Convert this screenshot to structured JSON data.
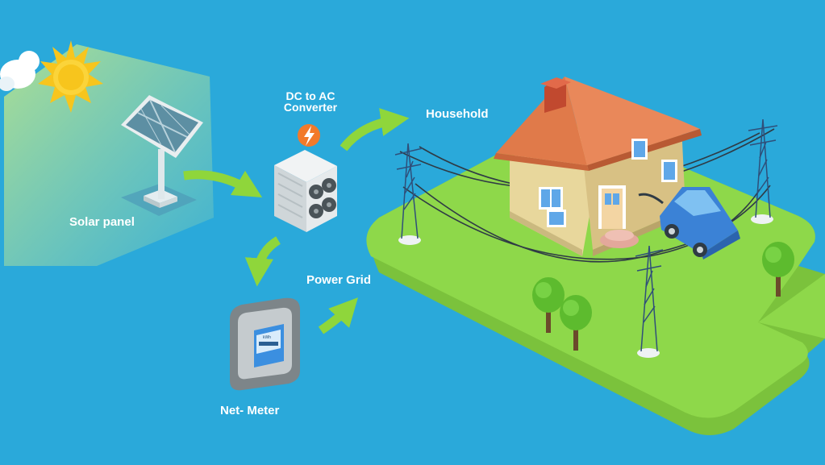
{
  "labels": {
    "solar_panel": "Solar panel",
    "converter_line1": "DC to AC",
    "converter_line2": "Converter",
    "household": "Household",
    "power_grid": "Power Grid",
    "net_meter": "Net- Meter"
  },
  "meter_display": "kWh",
  "colors": {
    "background": "#2aa9da",
    "arrow": "#8fd63b",
    "ground": "#8ed84a",
    "ground_side": "#7bc23c",
    "roof": "#e07a4a",
    "wall": "#e8d79c",
    "car": "#3b82d6",
    "sun": "#f7c51d",
    "label_text": "#ffffff"
  },
  "icons": [
    "sun-icon",
    "cloud-icon",
    "bolt-icon",
    "fan-icon"
  ]
}
